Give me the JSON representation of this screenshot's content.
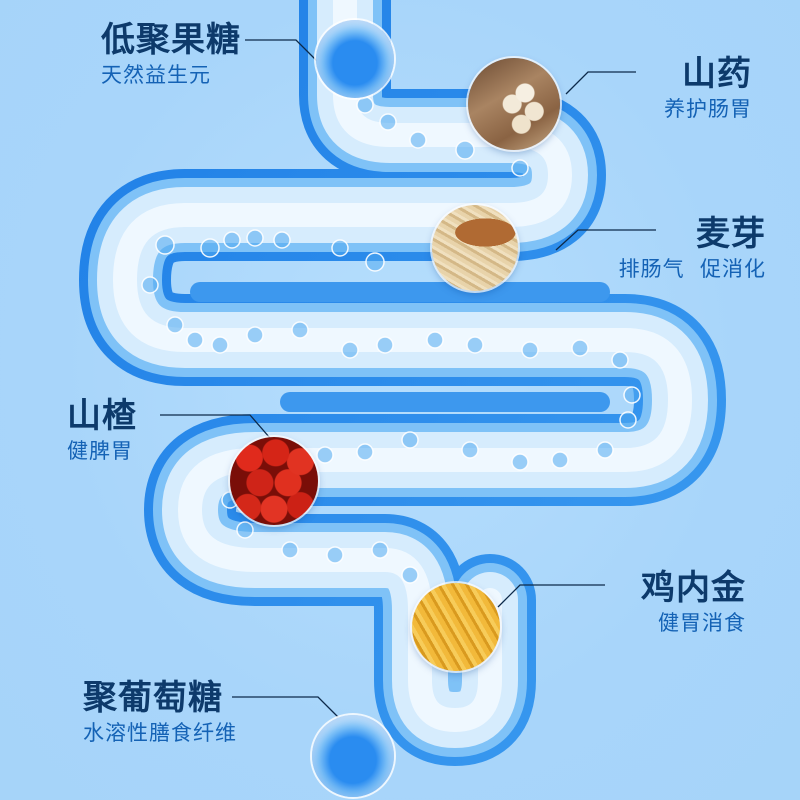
{
  "colors": {
    "background": "#aad7fb",
    "title_text": "#0d3a6b",
    "subtitle_text": "#1462b5",
    "tube_outer": "#2f8fec",
    "tube_inner": "#e8f4ff",
    "leader_line": "#0d2a4a"
  },
  "ingredients": [
    {
      "id": "fos",
      "title": "低聚果糖",
      "subtitle": "天然益生元",
      "image": "prebiotic-cell"
    },
    {
      "id": "yam",
      "title": "山药",
      "subtitle": "养护肠胃",
      "image": "yam-slices"
    },
    {
      "id": "malt",
      "title": "麦芽",
      "subtitle": "排肠气  促消化",
      "image": "malt-grains"
    },
    {
      "id": "hawthorn",
      "title": "山楂",
      "subtitle": "健脾胃",
      "image": "hawthorn-berries"
    },
    {
      "id": "jineijin",
      "title": "鸡内金",
      "subtitle": "健胃消食",
      "image": "chicken-gizzard-lining"
    },
    {
      "id": "polydextrose",
      "title": "聚葡萄糖",
      "subtitle": "水溶性膳食纤维",
      "image": "fiber-cell"
    }
  ]
}
